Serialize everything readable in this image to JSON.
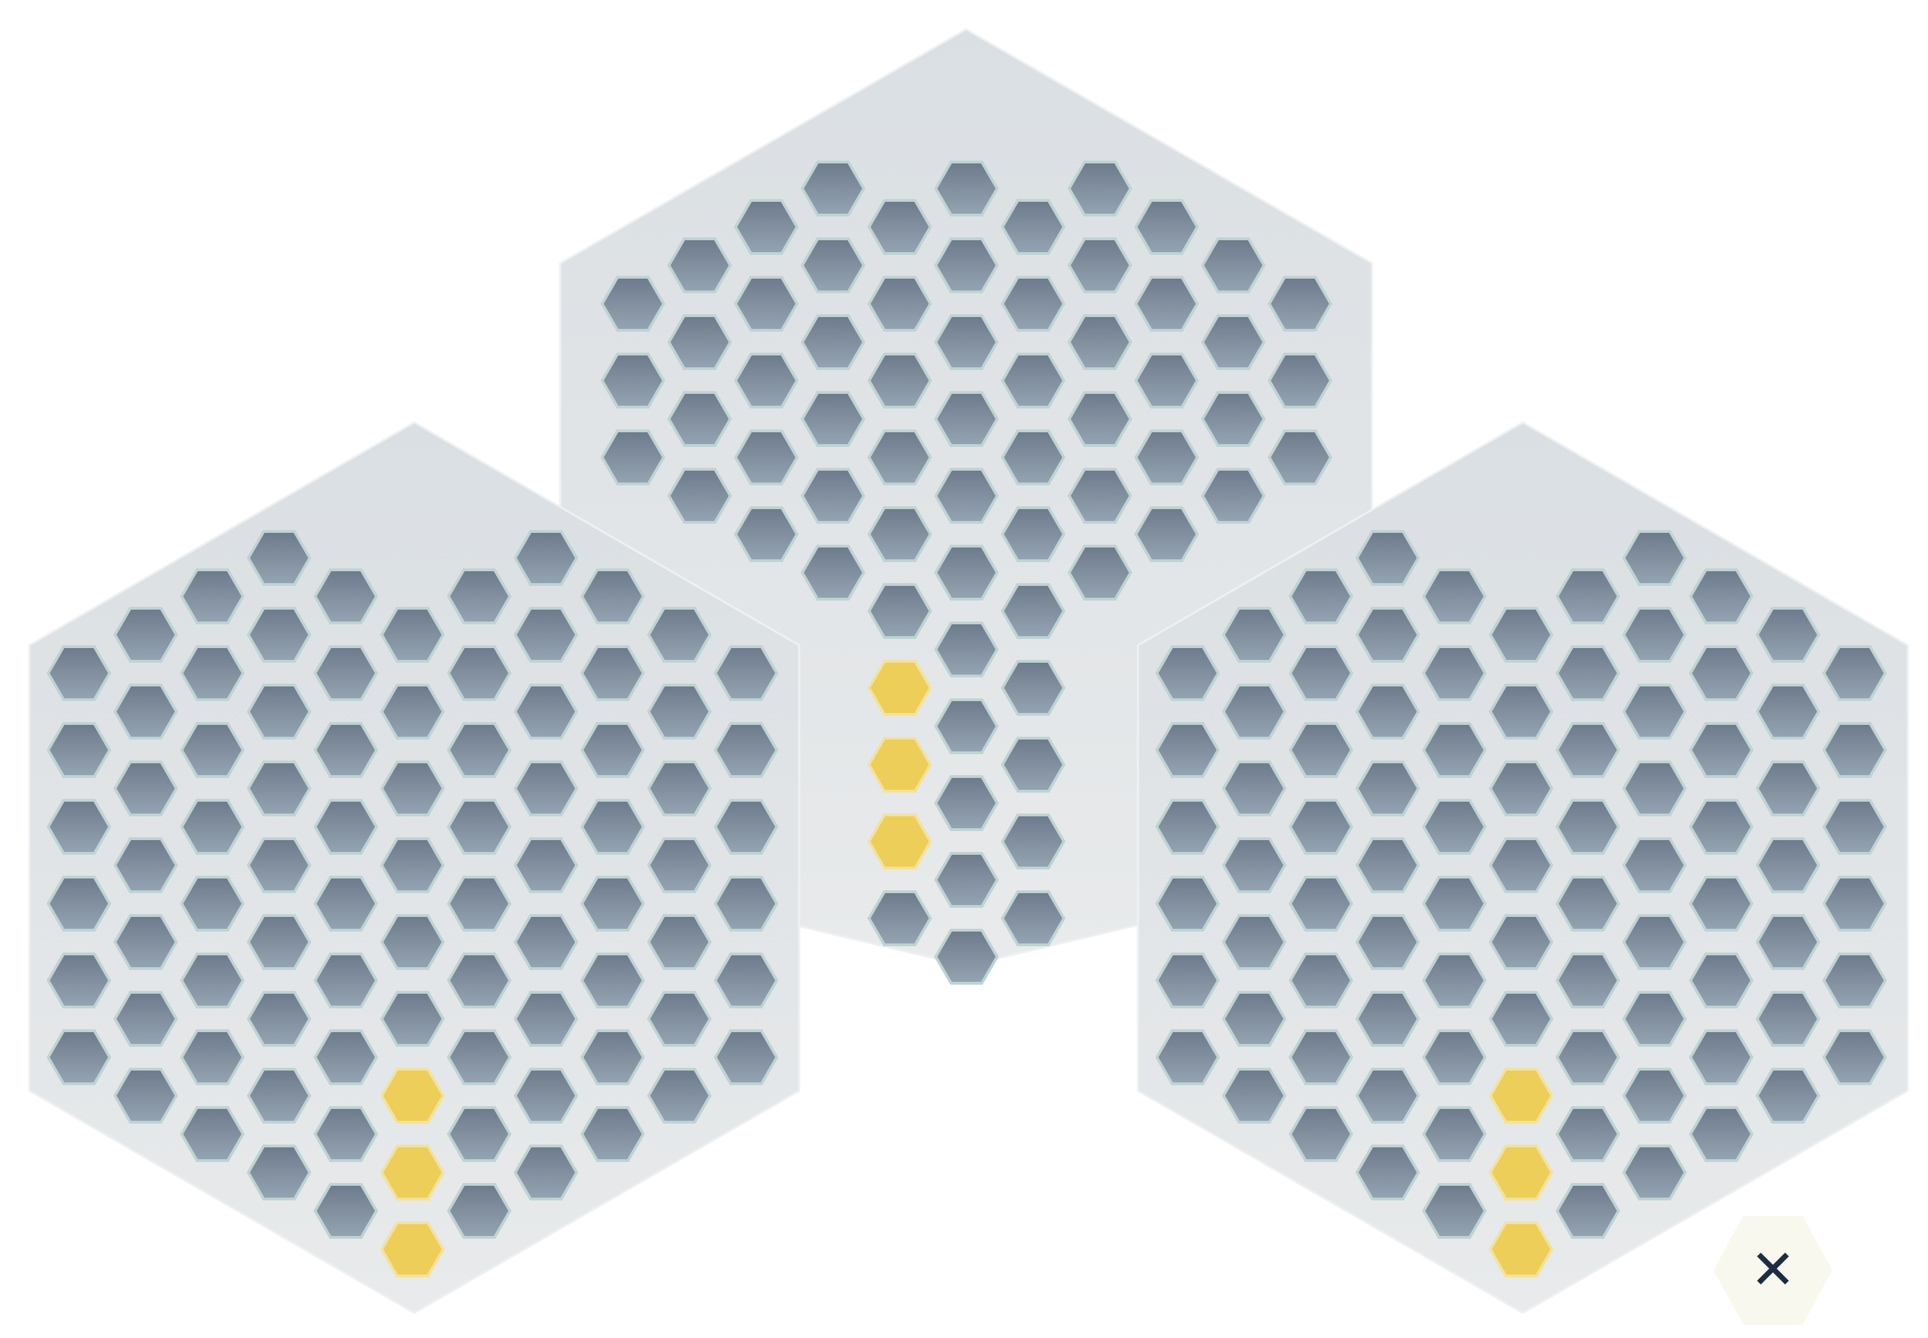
{
  "colors": {
    "board_top": "#dadfe3",
    "board_bottom": "#e8eaeb",
    "board_edge": "#eef0f2",
    "cell_top": "#6d7a8c",
    "cell_bottom": "#95a4b2",
    "cell_stroke": "#bfd3d3",
    "highlight": "#ecce58",
    "highlight_stroke": "#f2e29e",
    "close_bg": "#f9f8ee",
    "close_icon": "#1d2d44"
  },
  "boards": [
    {
      "name": "top",
      "missing_columns_top": [],
      "missing_columns_bottom_cut": true,
      "highlighted": [
        [
          4,
          6
        ],
        [
          4,
          7
        ],
        [
          4,
          8
        ]
      ]
    },
    {
      "name": "left",
      "highlighted": [
        [
          5,
          6
        ],
        [
          5,
          7
        ],
        [
          5,
          8
        ]
      ]
    },
    {
      "name": "right",
      "highlighted": [
        [
          5,
          6
        ],
        [
          5,
          7
        ],
        [
          5,
          8
        ]
      ]
    }
  ],
  "close_button": {
    "icon": "close-icon",
    "glyph": "✕"
  }
}
